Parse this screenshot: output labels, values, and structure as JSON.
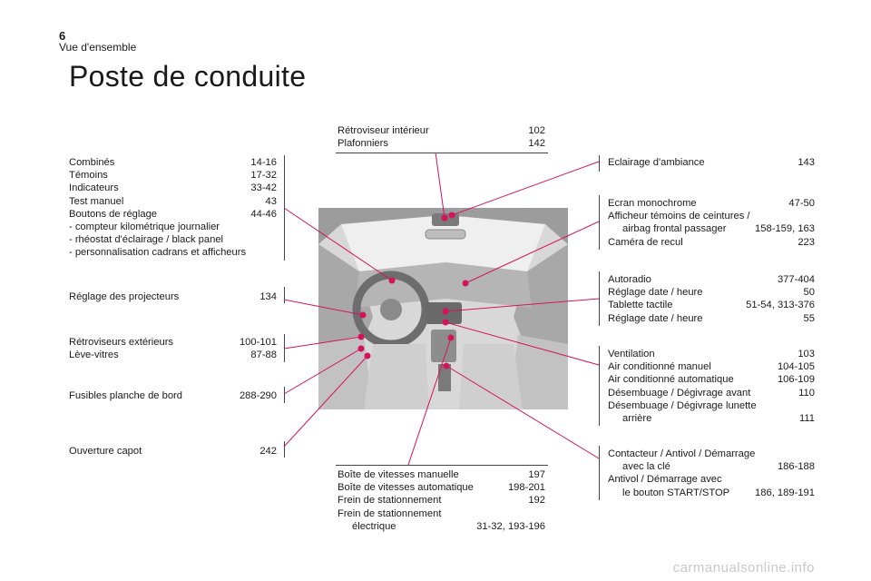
{
  "header": {
    "page_number": "6",
    "section": "Vue d'ensemble",
    "title": "Poste de conduite"
  },
  "blocks": {
    "combines": [
      {
        "label": "Combinés",
        "page": "14-16"
      },
      {
        "label": "Témoins",
        "page": "17-32"
      },
      {
        "label": "Indicateurs",
        "page": "33-42"
      },
      {
        "label": "Test manuel",
        "page": "43"
      },
      {
        "label": "Boutons de réglage",
        "page": "44-46"
      },
      {
        "label": "-   compteur kilométrique journalier",
        "page": ""
      },
      {
        "label": "-   rhéostat d'éclairage / black panel",
        "page": ""
      },
      {
        "label": "-   personnalisation cadrans et afficheurs",
        "page": ""
      }
    ],
    "projecteurs": [
      {
        "label": "Réglage des projecteurs",
        "page": "134"
      }
    ],
    "retroviseurs_ext": [
      {
        "label": "Rétroviseurs extérieurs",
        "page": "100-101"
      },
      {
        "label": "Lève-vitres",
        "page": "87-88"
      }
    ],
    "fusibles": [
      {
        "label": "Fusibles planche de bord",
        "page": "288-290"
      }
    ],
    "capot": [
      {
        "label": "Ouverture capot",
        "page": "242"
      }
    ],
    "retro_int": [
      {
        "label": "Rétroviseur intérieur",
        "page": "102"
      },
      {
        "label": "Plafonniers",
        "page": "142"
      }
    ],
    "boite": [
      {
        "label": "Boîte de vitesses manuelle",
        "page": "197"
      },
      {
        "label": "Boîte de vitesses automatique",
        "page": "198-201"
      },
      {
        "label": "Frein de stationnement",
        "page": "192"
      },
      {
        "label": "Frein de stationnement",
        "page": ""
      },
      {
        "label": "électrique",
        "page": "31-32, 193-196",
        "indent": true
      }
    ],
    "eclairage": [
      {
        "label": "Eclairage d'ambiance",
        "page": "143"
      }
    ],
    "ecran": [
      {
        "label": "Ecran monochrome",
        "page": "47-50"
      },
      {
        "label": "Afficheur témoins de ceintures /",
        "page": ""
      },
      {
        "label": "airbag frontal passager",
        "page": "158-159, 163",
        "indent": true
      },
      {
        "label": "Caméra de recul",
        "page": "223"
      }
    ],
    "autoradio": [
      {
        "label": "Autoradio",
        "page": "377-404"
      },
      {
        "label": "Réglage date / heure",
        "page": "50"
      },
      {
        "label": "Tablette tactile",
        "page": "51-54, 313-376"
      },
      {
        "label": "Réglage date / heure",
        "page": "55"
      }
    ],
    "ventilation": [
      {
        "label": "Ventilation",
        "page": "103"
      },
      {
        "label": "Air conditionné manuel",
        "page": "104-105"
      },
      {
        "label": "Air conditionné automatique",
        "page": "106-109"
      },
      {
        "label": "Désembuage / Dégivrage avant",
        "page": "110"
      },
      {
        "label": "Désembuage / Dégivrage lunette",
        "page": ""
      },
      {
        "label": "arrière",
        "page": "111",
        "indent": true
      }
    ],
    "contacteur": [
      {
        "label": "Contacteur / Antivol / Démarrage",
        "page": ""
      },
      {
        "label": "avec la clé",
        "page": "186-188",
        "indent": true
      },
      {
        "label": "Antivol / Démarrage avec",
        "page": ""
      },
      {
        "label": "le bouton START/STOP",
        "page": "186, 189-191",
        "indent": true
      }
    ]
  },
  "watermark": "carmanualsonline.info",
  "colors": {
    "line": "#d4145a",
    "rule": "#444444",
    "text": "#1a1a1a"
  }
}
